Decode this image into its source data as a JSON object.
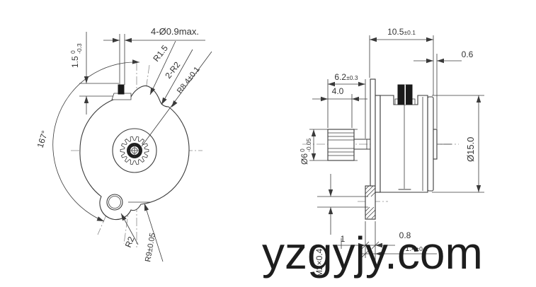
{
  "watermark": {
    "text": "yzgyjy.com"
  },
  "front_view": {
    "dim_pin_circle": "4-Ø0.9max.",
    "dim_pin_height_nominal": "1.5",
    "dim_pin_height_tol_upper": "0",
    "dim_pin_height_tol_lower": "-0.3",
    "dim_angle": "167°",
    "dim_radius_bump": "R1.5",
    "dim_radius_fillets": "2-R2",
    "dim_radius_body": "R8.4±0.1",
    "dim_radius_lug": "R2",
    "dim_radius_hole_pitch": "R9±0.05"
  },
  "side_view": {
    "dim_length_main": "10.5",
    "dim_length_tol": "±0.1",
    "dim_end_boss": "0.6",
    "dim_shaft_main": "6.2",
    "dim_shaft_tol": "±0.3",
    "dim_gear_width": "4.0",
    "dim_gear_dia_nominal": "Ø6",
    "dim_gear_dia_tol_upper": "0",
    "dim_gear_dia_tol_lower": "-0.05",
    "dim_body_dia": "Ø15.0",
    "dim_thread": "M2×0.4",
    "dim_pilot": "1",
    "dim_plate": "0.8",
    "dim_boss_len_main": "1.4",
    "dim_boss_len_tol": "±0.1"
  }
}
